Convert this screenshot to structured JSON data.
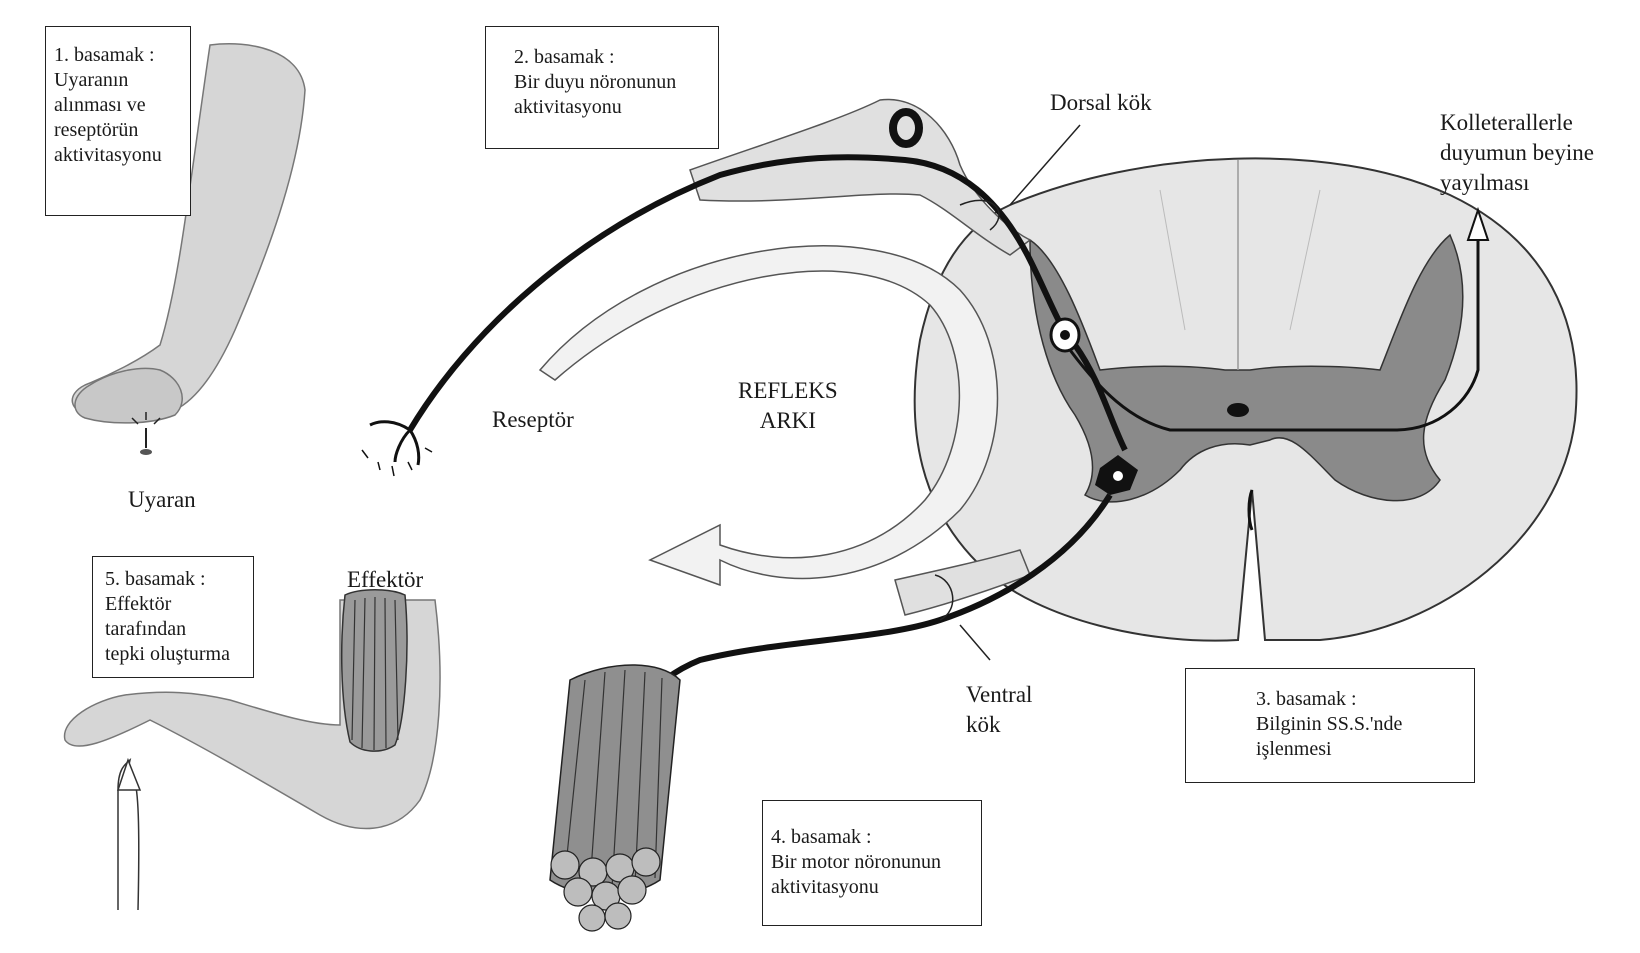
{
  "steps": [
    {
      "title": "1. basamak :",
      "text": "Uyaranın\nalınması ve\nreseptörün\naktivitasyonu"
    },
    {
      "title": "2. basamak :",
      "text": "Bir duyu nöronunun\naktivitasyonu"
    },
    {
      "title": "3. basamak :",
      "text": "Bilginin SS.S.'nde\nişlenmesi"
    },
    {
      "title": "4. basamak :",
      "text": "Bir motor nöronunun\naktivitasyonu"
    },
    {
      "title": "5. basamak :",
      "text": "Effektör\ntarafından\ntepki oluşturma"
    }
  ],
  "labels": {
    "stimulus": "Uyaran",
    "receptor": "Reseptör",
    "reflex_arc": "REFLEKS\nARKI",
    "dorsal_root": "Dorsal  kök",
    "ventral_root": "Ventral\nkök",
    "collaterals": "Kolleterallerle\nduyumun beyine\nyayılması",
    "effector": "Effektör"
  },
  "colors": {
    "grey_matter": "#8a8a8a",
    "white_matter": "#e6e6e6",
    "nerve": "#111111",
    "skin": "#d6d6d6"
  }
}
